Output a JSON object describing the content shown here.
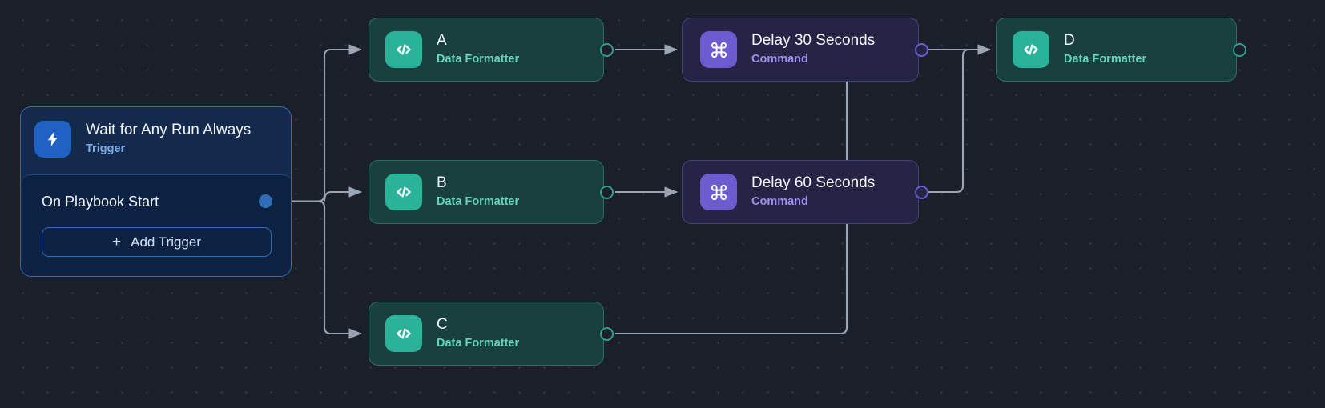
{
  "canvas": {
    "background": "#1b1f2a",
    "grid_dot_color": "#3a3f4d"
  },
  "trigger": {
    "title": "Wait for Any Run Always",
    "subtitle": "Trigger",
    "icon": "lightning-bolt-icon",
    "accent": "#1f62c4",
    "body_label": "On Playbook Start",
    "add_button_label": "Add Trigger",
    "add_button_plus": "+"
  },
  "nodes": [
    {
      "id": "a",
      "title": "A",
      "subtitle": "Data Formatter",
      "type": "formatter",
      "icon": "code-icon",
      "accent": "#2bb39a"
    },
    {
      "id": "b",
      "title": "B",
      "subtitle": "Data Formatter",
      "type": "formatter",
      "icon": "code-icon",
      "accent": "#2bb39a"
    },
    {
      "id": "c",
      "title": "C",
      "subtitle": "Data Formatter",
      "type": "formatter",
      "icon": "code-icon",
      "accent": "#2bb39a"
    },
    {
      "id": "d",
      "title": "D",
      "subtitle": "Data Formatter",
      "type": "formatter",
      "icon": "code-icon",
      "accent": "#2bb39a"
    },
    {
      "id": "delay30",
      "title": "Delay 30 Seconds",
      "subtitle": "Command",
      "type": "command",
      "icon": "command-icon",
      "accent": "#6d5bd0"
    },
    {
      "id": "delay60",
      "title": "Delay 60 Seconds",
      "subtitle": "Command",
      "type": "command",
      "icon": "command-icon",
      "accent": "#6d5bd0"
    }
  ],
  "edges": [
    {
      "from": "trigger",
      "to": "a"
    },
    {
      "from": "trigger",
      "to": "b"
    },
    {
      "from": "trigger",
      "to": "c"
    },
    {
      "from": "a",
      "to": "delay30"
    },
    {
      "from": "b",
      "to": "delay60"
    },
    {
      "from": "delay30",
      "to": "d"
    },
    {
      "from": "delay60",
      "to": "d"
    },
    {
      "from": "c",
      "to": "d"
    }
  ]
}
